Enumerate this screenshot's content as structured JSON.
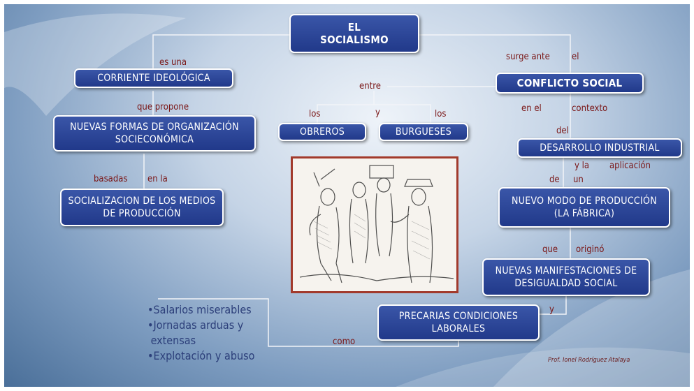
{
  "title": "EL\nSOCIALISMO",
  "nodes": {
    "corriente": "CORRIENTE IDEOLÓGICA",
    "nuevas_formas": "NUEVAS FORMAS DE ORGANIZACIÓN\nSOCIECONÓMICA",
    "socializacion": "SOCIALIZACION DE LOS MEDIOS\nDE PRODUCCIÓN",
    "conflicto": "CONFLICTO SOCIAL",
    "obreros": "OBREROS",
    "burgueses": "BURGUESES",
    "desarrollo": "DESARROLLO INDUSTRIAL",
    "nuevo_modo": "NUEVO MODO DE PRODUCCIÓN\n(LA FÁBRICA)",
    "manifestaciones": "NUEVAS MANIFESTACIONES DE\nDESIGUALDAD SOCIAL",
    "precarias": "PRECARIAS CONDICIONES\nLABORALES"
  },
  "connectors": {
    "es_una": "es  una",
    "que_propone": "que  propone",
    "basadas": "basadas",
    "en_la": "en la",
    "surge_ante": "surge ante",
    "el": "el",
    "entre": "entre",
    "los_1": "los",
    "y_1": "y",
    "los_2": "los",
    "en_el": "en el",
    "contexto": "contexto",
    "del": "del",
    "y_la": "y la",
    "aplicacion": "aplicación",
    "de": "de",
    "un": "un",
    "que": "que",
    "origino": "originó",
    "y_2": "y",
    "como": "como"
  },
  "bullets": [
    "•Salarios miserables",
    "•Jornadas arduas y",
    " extensas",
    "•Explotación y abuso"
  ],
  "credit": "Prof. Ionel Rodríguez  Atalaya",
  "colors": {
    "box_fill": "#2a43a0",
    "connector_text": "#7a1616",
    "bullet_text": "#2c3f7a",
    "frame": "#a23a2c"
  }
}
